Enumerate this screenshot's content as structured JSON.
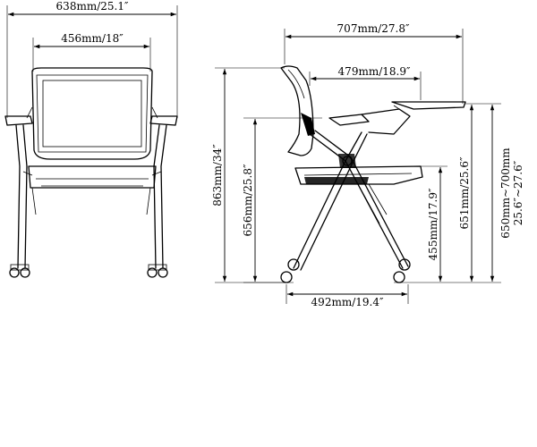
{
  "dimensions": {
    "front_total_width": "638mm/25.1″",
    "front_back_width": "456mm/18″",
    "side_total_depth": "707mm/27.8″",
    "side_tablet_depth": "479mm/18.9″",
    "side_total_height": "863mm/34″",
    "side_armrest_height": "656mm/25.8″",
    "side_seat_height": "455mm/17.9″",
    "side_tablet_height": "651mm/25.6″",
    "side_range_mm": "650mm~700mm",
    "side_range_in": "25.6″~27.6″",
    "side_base_depth": "492mm/19.4″"
  },
  "colors": {
    "line": "#000000",
    "background": "#ffffff"
  }
}
